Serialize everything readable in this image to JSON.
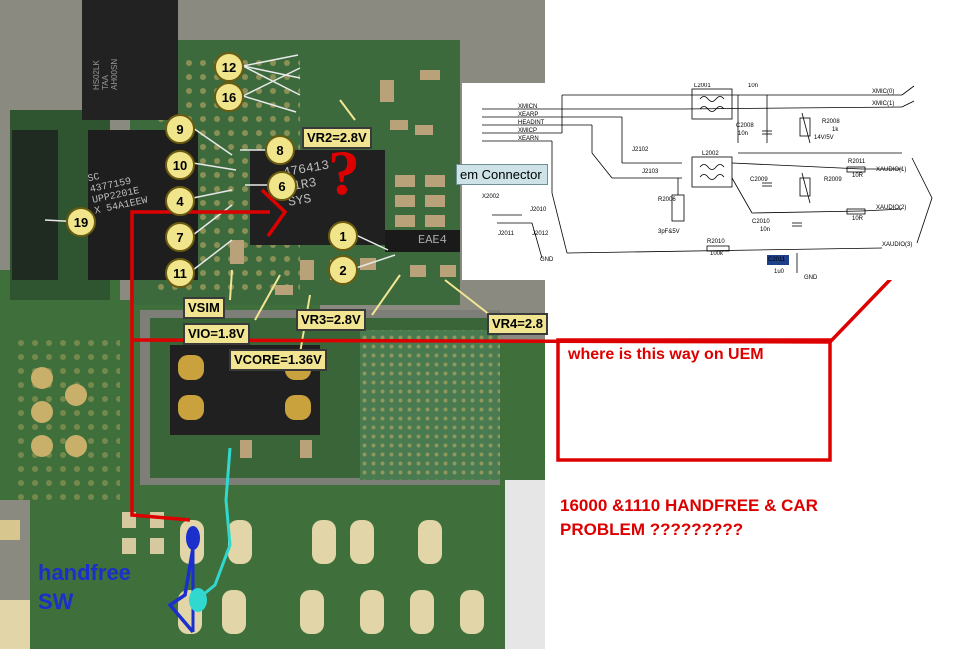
{
  "pcb": {
    "chip_top_text": "HS02LK\nTAA\nAH00SN",
    "chip_left_text": "SC\n4377159\nUPP2201E\nX 54A1EEW",
    "chip_center_text": "476413\nH1R3\nSYS",
    "chip_small_text": "EAE4",
    "question_mark": "?",
    "pins": [
      "12",
      "16",
      "9",
      "8",
      "10",
      "6",
      "4",
      "7",
      "11",
      "1",
      "2",
      "19"
    ]
  },
  "labels": {
    "vr2": "VR2=2.8V",
    "vsim": "VSIM",
    "vio": "VIO=1.8V",
    "vr3": "VR3=2.8V",
    "vr4": "VR4=2.8",
    "vcore": "VCORE=1.36V",
    "em_connector": "em Connector"
  },
  "notes": {
    "where": "where is this way on UEM",
    "problem_line1": "16000 &1110 HANDFREE & CAR",
    "problem_line2": "PROBLEM ?????????",
    "handfree_line1": "handfree",
    "handfree_line2": "SW"
  },
  "schematic": {
    "left_nets": [
      "XMICN",
      "XEARP",
      "HEADINT",
      "XMICP",
      "XEARN"
    ],
    "right_nets": [
      "XMIC(0)",
      "XMIC(1)",
      "XAUDIO(1)",
      "XAUDIO(2)",
      "XAUDIO(3)"
    ],
    "parts": [
      "L2001",
      "L2002",
      "C2008",
      "R2008",
      "C2009",
      "R2009",
      "C2010",
      "R2010",
      "C2011",
      "R2011",
      "R2006",
      "X2002",
      "J2010",
      "J2011",
      "J2012",
      "J2102",
      "J2103"
    ],
    "values": [
      "10n",
      "10n",
      "10n",
      "1k",
      "10R",
      "10R",
      "100k",
      "1u0",
      "14V/5V",
      "3pF&5V"
    ],
    "gnd": "GND"
  },
  "colors": {
    "annotation_red": "#dd0000",
    "annotation_blue": "#1a2fcc",
    "cyan_trace": "#30d8d0",
    "label_fill": "#f1e592",
    "pcb_green": "#3f6f3a"
  }
}
